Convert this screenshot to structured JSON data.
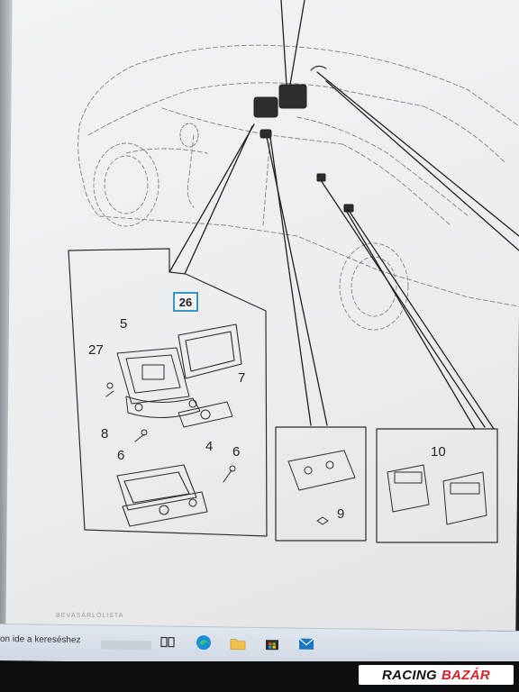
{
  "photo": {
    "callouts": {
      "c26": "26",
      "c5": "5",
      "c27": "27",
      "c7": "7",
      "c8": "8",
      "c6a": "6",
      "c4": "4",
      "c6b": "6",
      "c10": "10",
      "c9": "9"
    },
    "faint_label": "BEVÁSÁRLÓLISTA",
    "highlight_color": "#3a95c9"
  },
  "taskbar": {
    "search_text": "on ide a kereséshez",
    "icons": [
      "task-view-icon",
      "edge-icon",
      "folder-icon",
      "store-icon",
      "mail-icon"
    ]
  },
  "watermark": {
    "part1": "RACING",
    "part2": "BAZÁR"
  }
}
